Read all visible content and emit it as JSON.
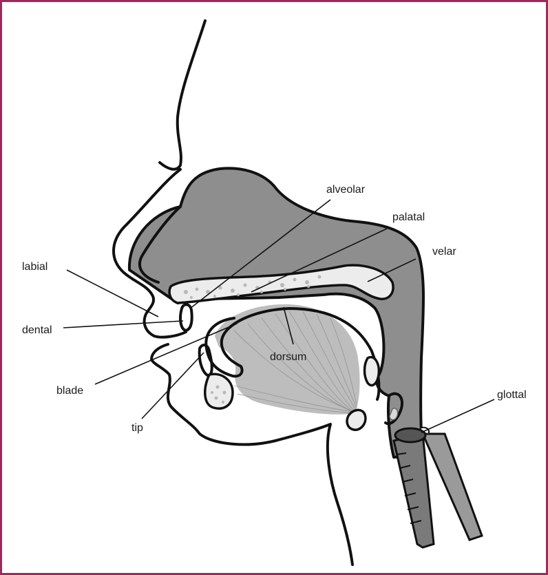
{
  "labels": {
    "alveolar": "alveolar",
    "palatal": "palatal",
    "velar": "velar",
    "labial": "labial",
    "dental": "dental",
    "dorsum": "dorsum",
    "blade": "blade",
    "tip": "tip",
    "glottal": "glottal"
  },
  "colors": {
    "frame": "#9c2a5a",
    "cavity": "#8e8e8e",
    "tongue": "#bdbdbd",
    "outline": "#111111"
  }
}
